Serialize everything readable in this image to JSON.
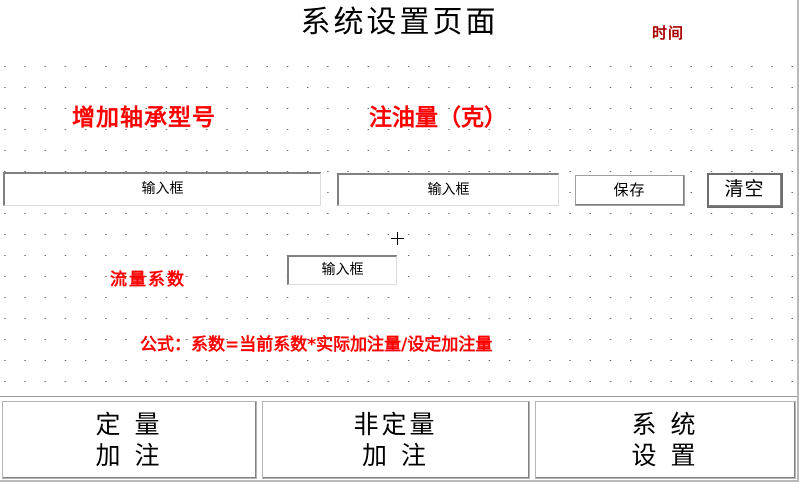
{
  "window": {
    "title": "系统设置页面"
  },
  "header": {
    "title": "系统设置页面",
    "time_label": "时间"
  },
  "form": {
    "bearing_model": {
      "label": "增加轴承型号",
      "input_value": "输入框"
    },
    "oil_amount": {
      "label": "注油量（克）",
      "input_value": "输入框"
    },
    "flow_coefficient": {
      "label": "流量系数",
      "input_value": "输入框"
    },
    "formula_note": "公式：系数=当前系数*实际加注量/设定加注量",
    "save_button": "保存",
    "clear_button": "清空",
    "crosshair_marker": "plus-crosshair"
  },
  "navbar": {
    "buttons": [
      {
        "line1": "定 量",
        "line2": "加 注",
        "name": "fixed-dosing"
      },
      {
        "line1": "非定量",
        "line2": "加  注",
        "name": "non-fixed-dosing"
      },
      {
        "line1": "系 统",
        "line2": "设 置",
        "name": "system-settings"
      }
    ]
  },
  "colors": {
    "label_red": "#ff0000",
    "time_red": "#aa0000",
    "text_black": "#000000",
    "background": "#ffffff",
    "grid_dot": "#6b6b6b"
  }
}
